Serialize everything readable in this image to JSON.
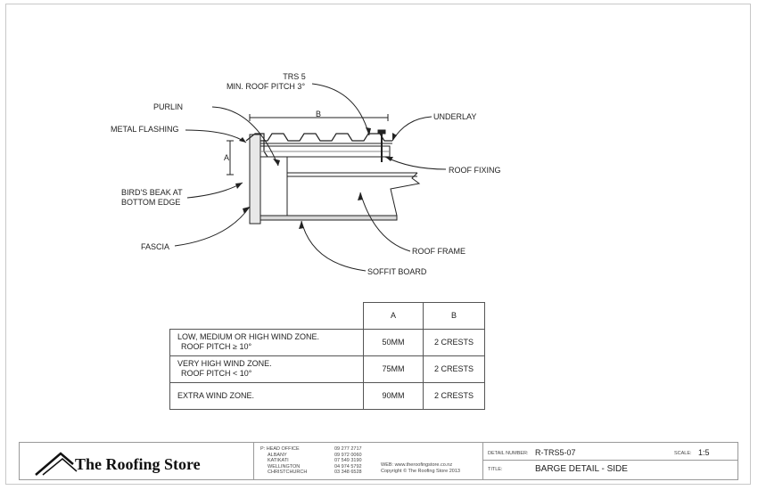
{
  "drawing": {
    "labels": {
      "trs": "TRS 5",
      "pitch": "MIN. ROOF PITCH 3°",
      "purlin": "PURLIN",
      "metal_flashing": "METAL FLASHING",
      "underlay": "UNDERLAY",
      "roof_fixing": "ROOF FIXING",
      "birds_beak_1": "BIRD'S BEAK AT",
      "birds_beak_2": "BOTTOM EDGE",
      "fascia": "FASCIA",
      "roof_frame": "ROOF FRAME",
      "soffit_board": "SOFFIT BOARD",
      "dim_a": "A",
      "dim_b": "B"
    }
  },
  "table": {
    "headers": [
      "A",
      "B"
    ],
    "rows": [
      {
        "zone_line1": "LOW, MEDIUM OR HIGH WIND ZONE.",
        "zone_line2": "ROOF PITCH ≥ 10°",
        "a": "50MM",
        "b": "2 CRESTS"
      },
      {
        "zone_line1": "VERY HIGH WIND ZONE.",
        "zone_line2": "ROOF PITCH < 10°",
        "a": "75MM",
        "b": "2 CRESTS"
      },
      {
        "zone_line1": "EXTRA WIND ZONE.",
        "zone_line2": "",
        "a": "90MM",
        "b": "2 CRESTS"
      }
    ]
  },
  "title_block": {
    "company": "The Roofing Store",
    "offices": [
      {
        "name": "P: HEAD OFFICE",
        "phone": "09 277 2717"
      },
      {
        "name": "ALBANY",
        "phone": "09 972 0060"
      },
      {
        "name": "KATIKATI",
        "phone": "07 549 3190"
      },
      {
        "name": "WELLINGTON",
        "phone": "04 974 5792"
      },
      {
        "name": "CHRISTCHURCH",
        "phone": "03 348 6528"
      }
    ],
    "web": "WEB: www.theroofingstore.co.nz",
    "copyright": "Copyright © The Roofing Store 2013",
    "detail_number_label": "DETAIL NUMBER:",
    "detail_number": "R-TRS5-07",
    "scale_label": "SCALE:",
    "scale": "1:5",
    "title_label": "TITLE:",
    "title": "BARGE DETAIL - SIDE"
  }
}
